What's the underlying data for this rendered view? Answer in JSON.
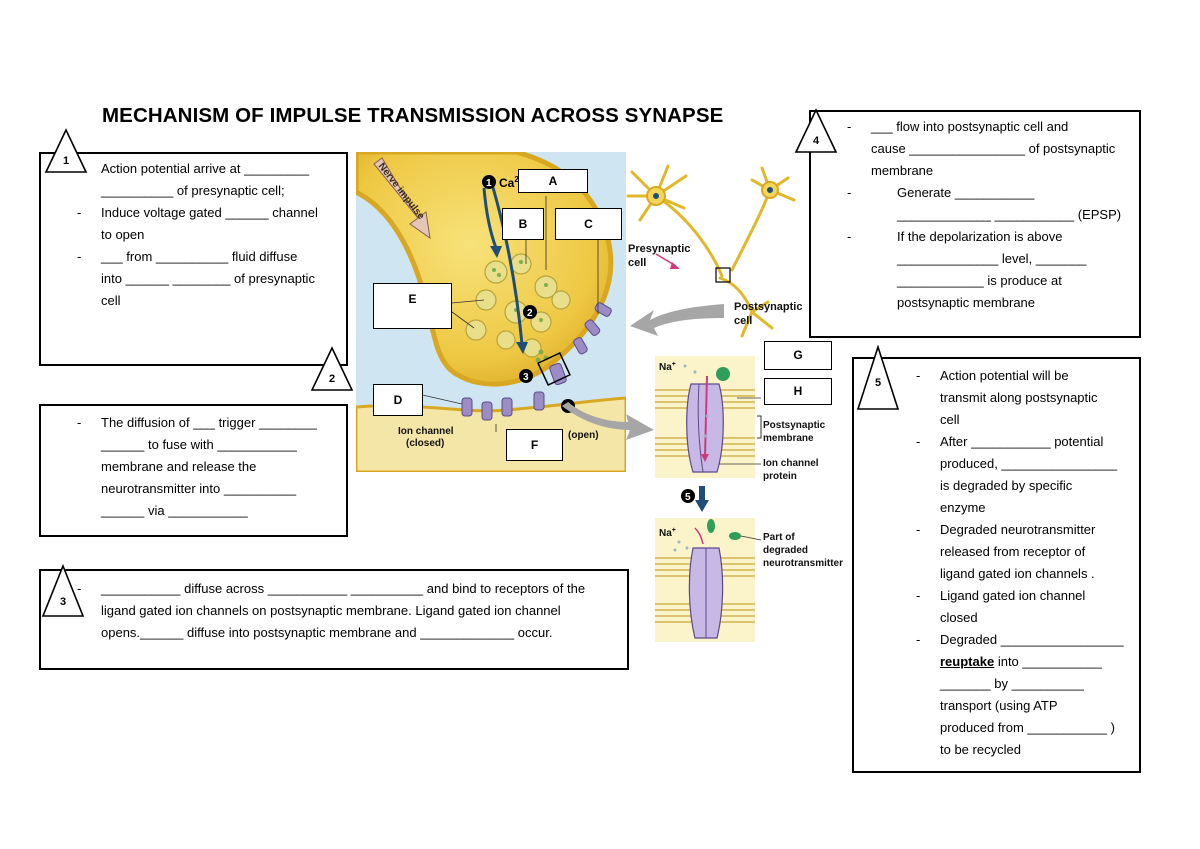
{
  "title": "MECHANISM OF IMPULSE TRANSMISSION ACROSS SYNAPSE",
  "steps": [
    "1",
    "2",
    "3",
    "4",
    "5"
  ],
  "box1": {
    "lines": [
      "Action potential arrive at _________",
      "__________ of presynaptic cell;",
      "Induce voltage gated ______ channel",
      "to open",
      "___ from __________ fluid diffuse",
      "into ______ ________ of presynaptic",
      "cell"
    ]
  },
  "box2": {
    "lines": [
      "The diffusion of ___ trigger ________",
      "______ to fuse with ___________",
      "membrane and release the",
      "neurotransmitter into __________",
      "______ via ___________"
    ]
  },
  "box3": {
    "lines": [
      "___________ diffuse across ___________ __________ and bind to receptors of the",
      "ligand gated ion channels on postsynaptic membrane. Ligand gated ion channel",
      "opens.______ diffuse into postsynaptic membrane and _____________ occur."
    ]
  },
  "box4": {
    "lines": [
      "___ flow into postsynaptic cell and",
      "cause ________________ of postsynaptic",
      "membrane",
      "Generate ___________",
      "_____________ ___________ (EPSP)",
      "If the depolarization is above",
      "______________ level, _______",
      "____________ is produce at",
      "postsynaptic membrane"
    ]
  },
  "box5": {
    "lines": [
      "Action potential will be",
      "transmit along postsynaptic",
      "cell",
      "After ___________ potential",
      "produced, ________________",
      "is degraded by specific",
      "enzyme",
      "Degraded neurotransmitter",
      "released from receptor of",
      "ligand gated ion channels .",
      "Ligand gated ion channel",
      "closed",
      "Degraded _________________",
      "reuptake",
      "into ___________",
      "_______ by __________",
      "transport (using ATP",
      "produced from ___________ )",
      "to be recycled"
    ]
  },
  "diagram": {
    "nerve_impulse": "Nerve impulse",
    "ca": "Ca",
    "ca_sup": "2+",
    "ion_closed_1": "Ion channel",
    "ion_closed_2": "(closed)",
    "open": "(open)",
    "num1": "1",
    "num2": "2",
    "num3": "3",
    "num4": "4",
    "num5": "5",
    "presynaptic_1": "Presynaptic",
    "presynaptic_2": "cell",
    "postsynaptic_1": "Postsynaptic",
    "postsynaptic_2": "cell",
    "na": "Na",
    "na_sup": "+",
    "post_mem_1": "Postsynaptic",
    "post_mem_2": "membrane",
    "ion_prot_1": "Ion channel",
    "ion_prot_2": "protein",
    "degraded_1": "Part of",
    "degraded_2": "degraded",
    "degraded_3": "neurotransmitter"
  },
  "labels": {
    "A": "A",
    "B": "B",
    "C": "C",
    "D": "D",
    "E": "E",
    "F": "F",
    "G": "G",
    "H": "H"
  },
  "colors": {
    "cytoplasm": "#f2d55a",
    "cleft": "#cfe6f2",
    "membrane": "#d9a822",
    "vesicle": "#e9de8a",
    "channel": "#9b8cc4",
    "arrow_blue": "#1f4e79",
    "gray_arrow": "#a6a6a6",
    "ion_channel_body": "#c7b8e6",
    "receptor_green": "#2e9e5a"
  }
}
